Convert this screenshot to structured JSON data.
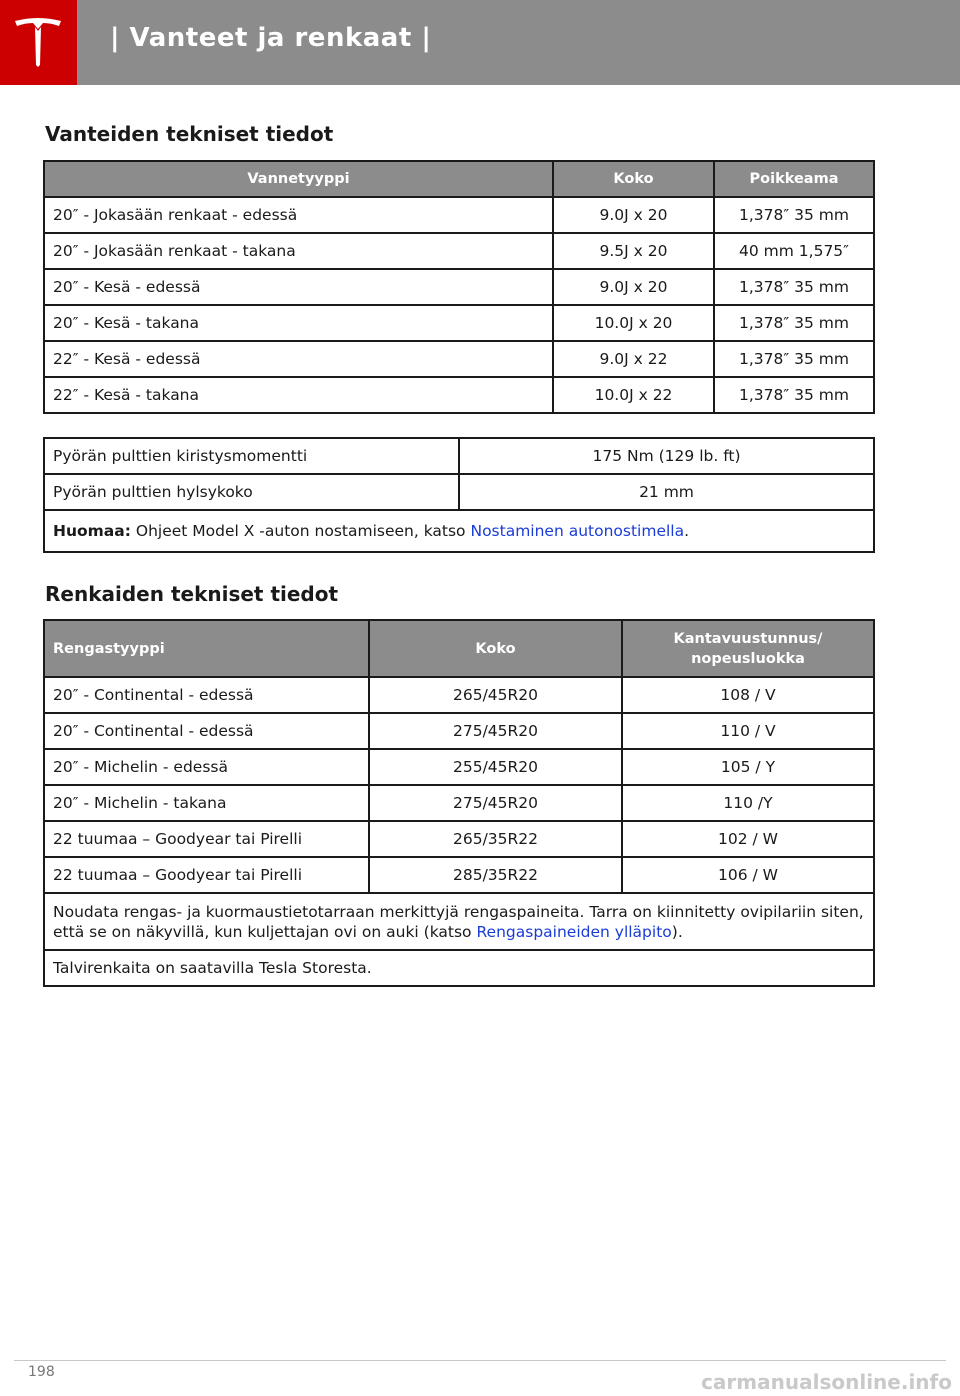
{
  "header": {
    "title": "| Vanteet ja renkaat |",
    "logo": "tesla-logo-icon",
    "colors": {
      "bar": "#8c8c8c",
      "logo_bg": "#cc0000"
    }
  },
  "wheels": {
    "title": "Vanteiden tekniset tiedot",
    "headers": [
      "Vannetyyppi",
      "Koko",
      "Poikkeama"
    ],
    "rows": [
      [
        "20″ - Jokasään renkaat - edessä",
        "9.0J x 20",
        "1,378″ 35 mm"
      ],
      [
        "20″ - Jokasään renkaat - takana",
        "9.5J x 20",
        "40 mm 1,575″"
      ],
      [
        "20″ - Kesä - edessä",
        "9.0J x 20",
        "1,378″ 35 mm"
      ],
      [
        "20″ - Kesä - takana",
        "10.0J x 20",
        "1,378″ 35 mm"
      ],
      [
        "22″ - Kesä - edessä",
        "9.0J x 22",
        "1,378″ 35 mm"
      ],
      [
        "22″ - Kesä - takana",
        "10.0J x 22",
        "1,378″ 35 mm"
      ]
    ]
  },
  "lug": {
    "rows": [
      [
        "Pyörän pulttien kiristysmomentti",
        "175 Nm (129 lb. ft)"
      ],
      [
        "Pyörän pulttien hylsykoko",
        "21 mm"
      ]
    ],
    "note_label": "Huomaa:",
    "note_text": " Ohjeet Model X -auton nostamiseen, katso ",
    "note_link": "Nostaminen autonostimella",
    "note_end": "."
  },
  "tires": {
    "title": "Renkaiden tekniset tiedot",
    "headers": [
      "Rengastyyppi",
      "Koko",
      "Kantavuustunnus/\nnopeusluokka"
    ],
    "rows": [
      [
        "20″ - Continental - edessä",
        "265/45R20",
        "108 / V"
      ],
      [
        "20″ - Continental - edessä",
        "275/45R20",
        "110 / V"
      ],
      [
        "20″ - Michelin - edessä",
        "255/45R20",
        "105 / Y"
      ],
      [
        "20″ - Michelin - takana",
        "275/45R20",
        "110 /Y"
      ],
      [
        "22 tuumaa – Goodyear tai Pirelli",
        "265/35R22",
        "102 / W"
      ],
      [
        "22 tuumaa – Goodyear tai Pirelli",
        "285/35R22",
        "106 / W"
      ]
    ],
    "note1_text": "Noudata rengas- ja kuormaustietotarraan merkittyjä rengaspaineita. Tarra on kiinnitetty ovipilariin siten, että se on näkyvillä, kun kuljettajan ovi on auki (katso ",
    "note1_link": "Rengaspaineiden ylläpito",
    "note1_end": ").",
    "note2": "Talvirenkaita on saatavilla Tesla Storesta."
  },
  "footer": {
    "page": "198",
    "watermark": "carmanualsonline.info"
  }
}
